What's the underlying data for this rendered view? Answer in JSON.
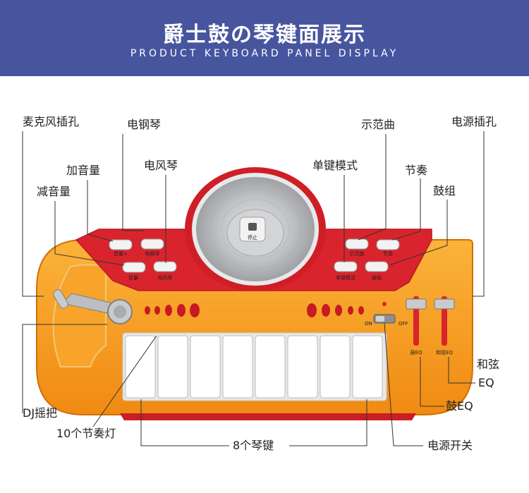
{
  "header": {
    "title": "爵士鼓の琴键面展示",
    "subtitle": "PRODUCT KEYBOARD PANEL DISPLAY"
  },
  "colors": {
    "header_bg": "#47559f",
    "body_orange": "#f59a1c",
    "panel_red": "#d9242d",
    "key_white": "#ffffff",
    "disc_silver": "#bfc0c2"
  },
  "callouts": {
    "mic_jack": "麦克风插孔",
    "electric_piano": "电钢琴",
    "volume_up": "加音量",
    "electric_organ": "电风琴",
    "volume_down": "减音量",
    "demo_song": "示范曲",
    "power_jack": "电源插孔",
    "single_key_mode": "单键模式",
    "rhythm": "节奏",
    "drum_set": "鼓组",
    "chord_eq_line1": "和弦",
    "chord_eq_line2": "EQ",
    "drum_eq": "鼓EQ",
    "dj_handle": "DJ摇把",
    "rhythm_lights": "10个节奏灯",
    "piano_keys": "8个琴键",
    "power_switch": "电源开关"
  },
  "device_labels": {
    "vol_up": "音量+",
    "elec_piano": "电钢琴",
    "vol_down": "音量-",
    "elec_organ": "电风琴",
    "demo": "示范曲",
    "rhythm": "节奏",
    "single_mode": "单键模式",
    "drums": "鼓组",
    "stop": "停止",
    "on": "ON",
    "off": "OFF",
    "drum_eq": "鼓EQ",
    "chord_eq": "和弦EQ"
  }
}
